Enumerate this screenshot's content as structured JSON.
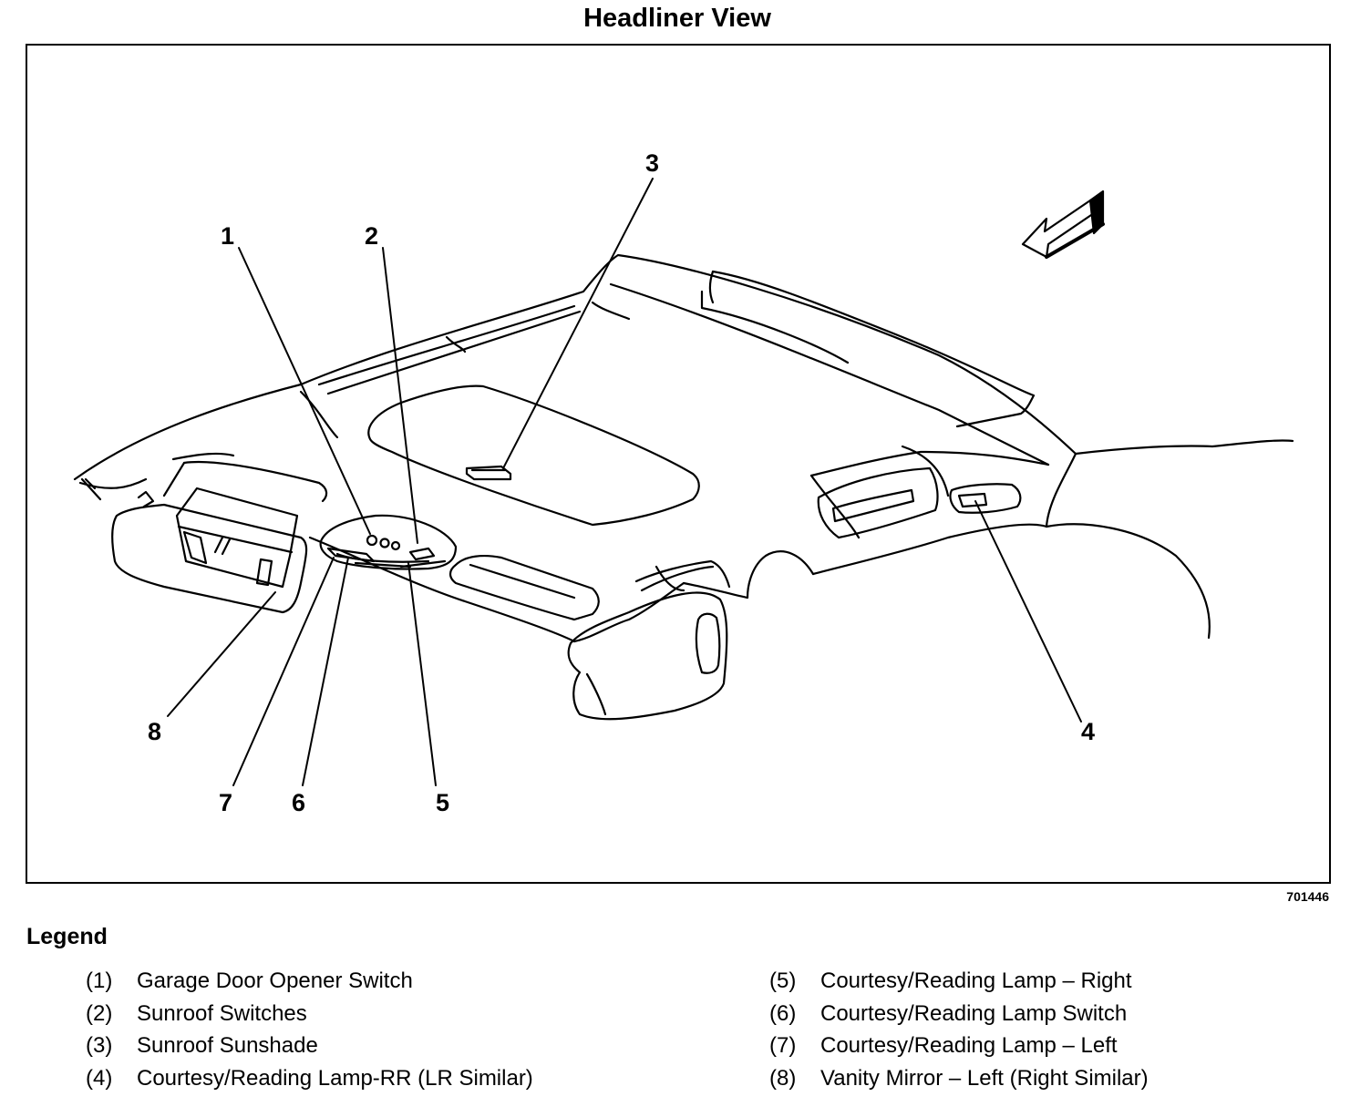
{
  "title": "Headliner View",
  "figure_id": "701446",
  "legend": {
    "heading": "Legend",
    "left": [
      {
        "num": "(1)",
        "label": "Garage Door Opener Switch"
      },
      {
        "num": "(2)",
        "label": "Sunroof Switches"
      },
      {
        "num": "(3)",
        "label": "Sunroof Sunshade"
      },
      {
        "num": "(4)",
        "label": "Courtesy/Reading Lamp-RR (LR Similar)"
      }
    ],
    "right": [
      {
        "num": "(5)",
        "label": "Courtesy/Reading Lamp – Right"
      },
      {
        "num": "(6)",
        "label": "Courtesy/Reading Lamp Switch"
      },
      {
        "num": "(7)",
        "label": "Courtesy/Reading Lamp – Left"
      },
      {
        "num": "(8)",
        "label": "Vanity Mirror – Left (Right Similar)"
      }
    ]
  },
  "callouts": {
    "c1": "1",
    "c2": "2",
    "c3": "3",
    "c4": "4",
    "c5": "5",
    "c6": "6",
    "c7": "7",
    "c8": "8"
  }
}
